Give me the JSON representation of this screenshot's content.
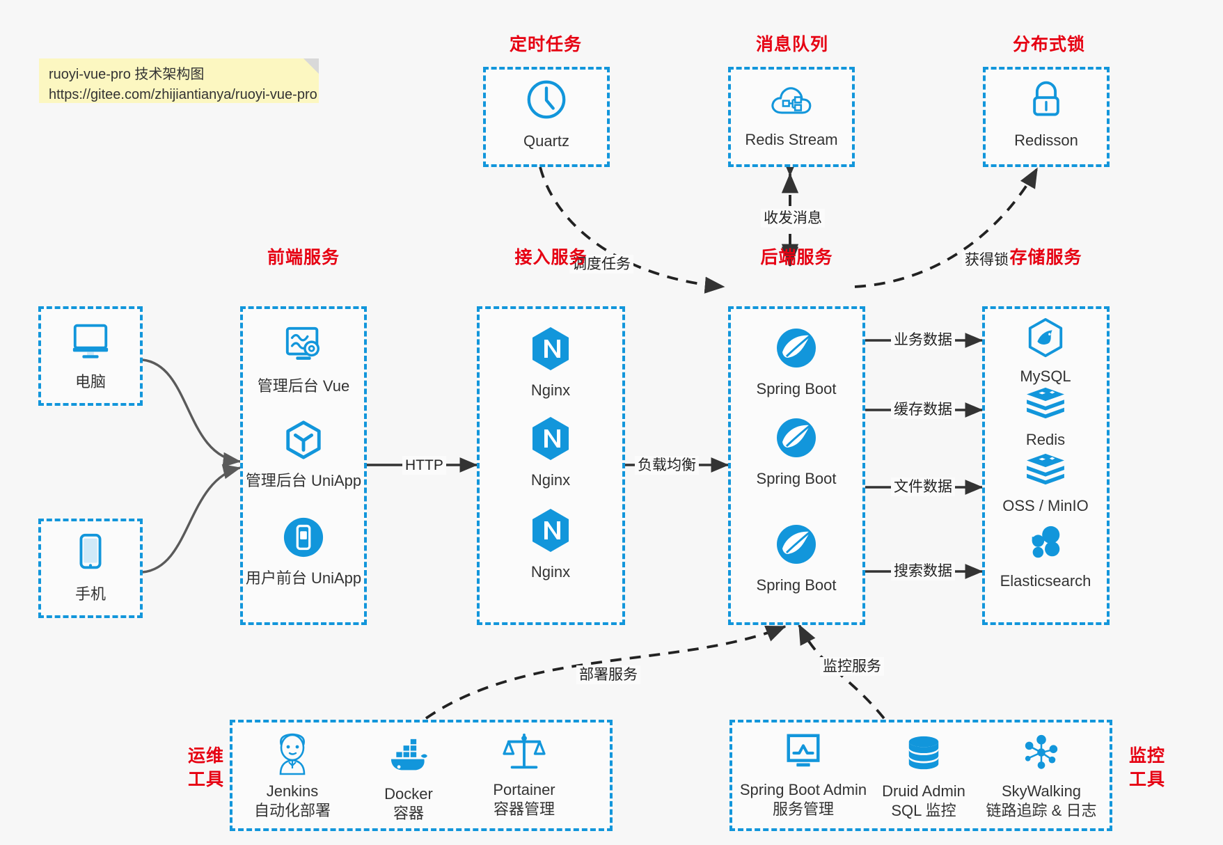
{
  "note": {
    "line1": "ruoyi-vue-pro 技术架构图",
    "line2": "https://gitee.com/zhijiantianya/ruoyi-vue-pro"
  },
  "colors": {
    "accent": "#1296db",
    "label_red": "#e60012",
    "bg": "#f7f7f7",
    "note_bg": "#fcf7c1",
    "edge": "#333333"
  },
  "groups": {
    "scheduled_task": {
      "label": "定时任务"
    },
    "message_queue": {
      "label": "消息队列"
    },
    "distributed_lock": {
      "label": "分布式锁"
    },
    "frontend": {
      "label": "前端服务"
    },
    "gateway": {
      "label": "接入服务"
    },
    "backend": {
      "label": "后端服务"
    },
    "storage": {
      "label": "存储服务"
    },
    "devops": {
      "label_line1": "运维",
      "label_line2": "工具"
    },
    "monitor": {
      "label_line1": "监控",
      "label_line2": "工具"
    }
  },
  "nodes": {
    "quartz": {
      "name": "Quartz",
      "icon": "clock-icon"
    },
    "redis_stream": {
      "name": "Redis Stream",
      "icon": "cloud-node-icon"
    },
    "redisson": {
      "name": "Redisson",
      "icon": "lock-icon"
    },
    "computer": {
      "name": "电脑",
      "icon": "desktop-icon"
    },
    "phone": {
      "name": "手机",
      "icon": "mobile-icon"
    },
    "admin_vue": {
      "name": "管理后台 Vue",
      "icon": "dashboard-icon"
    },
    "admin_uniapp": {
      "name": "管理后台 UniApp",
      "icon": "cube-icon"
    },
    "user_uniapp": {
      "name": "用户前台 UniApp",
      "icon": "app-icon"
    },
    "nginx1": {
      "name": "Nginx",
      "icon": "nginx-icon"
    },
    "nginx2": {
      "name": "Nginx",
      "icon": "nginx-icon"
    },
    "nginx3": {
      "name": "Nginx",
      "icon": "nginx-icon"
    },
    "spring1": {
      "name": "Spring Boot",
      "icon": "spring-icon"
    },
    "spring2": {
      "name": "Spring Boot",
      "icon": "spring-icon"
    },
    "spring3": {
      "name": "Spring Boot",
      "icon": "spring-icon"
    },
    "mysql": {
      "name": "MySQL",
      "icon": "mysql-icon"
    },
    "redis": {
      "name": "Redis",
      "icon": "redis-icon"
    },
    "oss": {
      "name": "OSS / MinIO",
      "icon": "oss-icon"
    },
    "elasticsearch": {
      "name": "Elasticsearch",
      "icon": "elasticsearch-icon"
    },
    "jenkins": {
      "name": "Jenkins",
      "desc": "自动化部署",
      "icon": "jenkins-icon"
    },
    "docker": {
      "name": "Docker",
      "desc": "容器",
      "icon": "docker-icon"
    },
    "portainer": {
      "name": "Portainer",
      "desc": "容器管理",
      "icon": "scales-icon"
    },
    "sba": {
      "name": "Spring Boot Admin",
      "desc": "服务管理",
      "icon": "monitor-chart-icon"
    },
    "druid": {
      "name": "Druid Admin",
      "desc": "SQL 监控",
      "icon": "database-icon"
    },
    "skywalking": {
      "name": "SkyWalking",
      "desc": "链路追踪 & 日志",
      "icon": "network-icon"
    }
  },
  "edges": {
    "http": "HTTP",
    "load_balance": "负载均衡",
    "schedule_task": "调度任务",
    "send_receive_msg": "收发消息",
    "acquire_lock": "获得锁",
    "business_data": "业务数据",
    "cache_data": "缓存数据",
    "file_data": "文件数据",
    "search_data": "搜索数据",
    "deploy_service": "部署服务",
    "monitor_service": "监控服务"
  }
}
